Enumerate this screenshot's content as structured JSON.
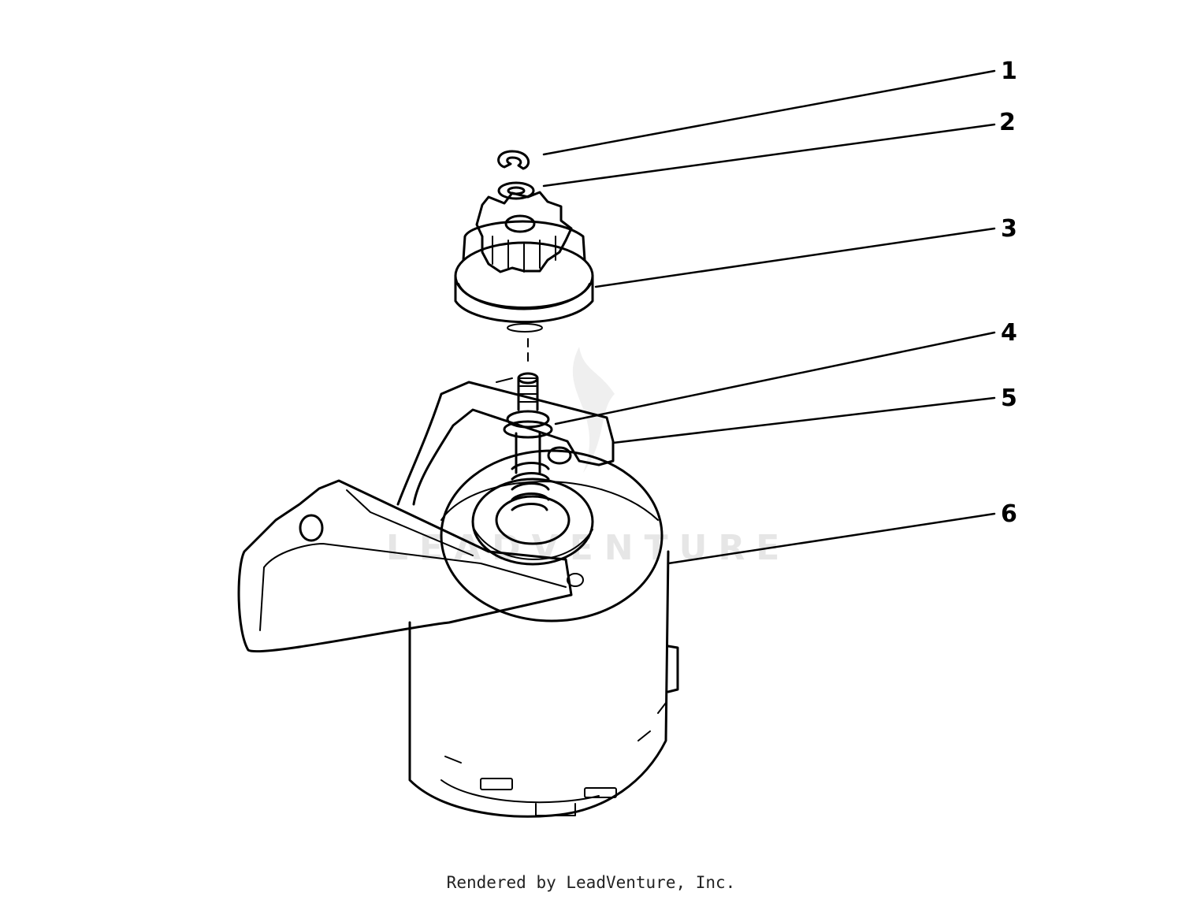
{
  "callouts": [
    "1",
    "2",
    "3",
    "4",
    "5",
    "6"
  ],
  "watermark": "LEADVENTURE",
  "footer": "Rendered by LeadVenture, Inc.",
  "colors": {
    "line": "#000000",
    "watermark": "#e6e6e6",
    "background": "#ffffff"
  }
}
